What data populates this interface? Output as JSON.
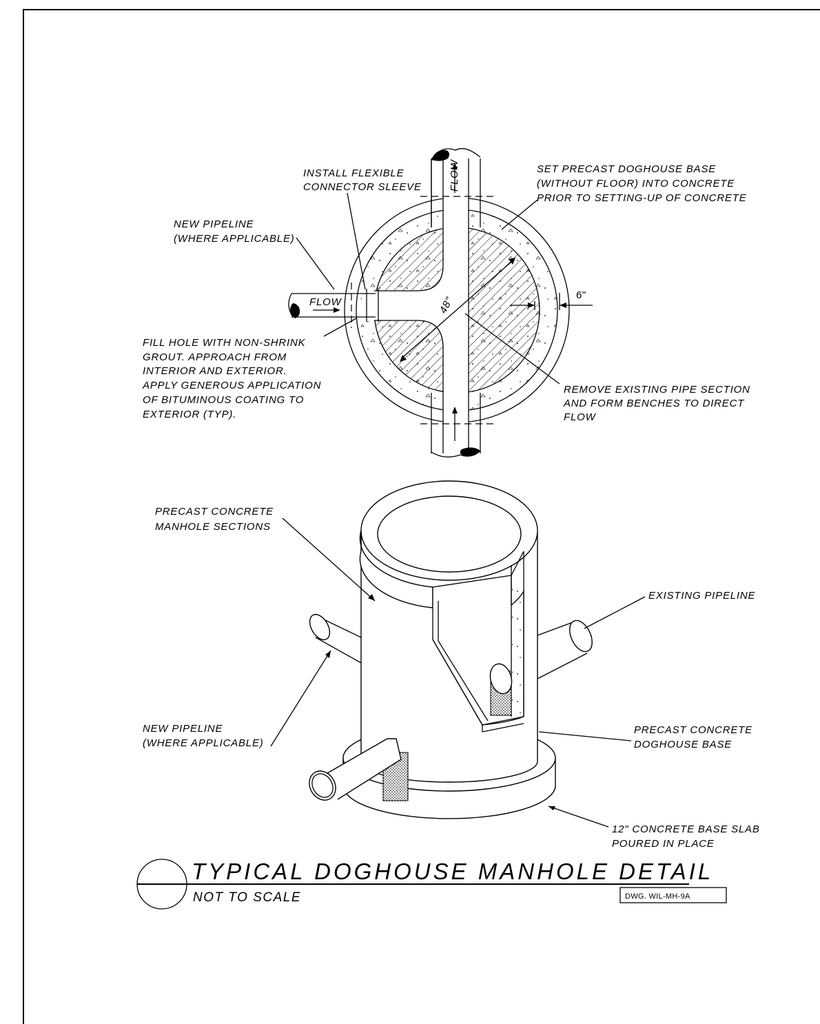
{
  "plan_view": {
    "labels": {
      "flexible_sleeve": [
        "INSTALL FLEXIBLE",
        "CONNECTOR SLEEVE"
      ],
      "new_pipeline": [
        "NEW PIPELINE",
        "(WHERE APPLICABLE)"
      ],
      "precast_base": [
        "SET PRECAST DOGHOUSE BASE",
        "(WITHOUT FLOOR) INTO CONCRETE",
        "PRIOR TO SETTING-UP OF CONCRETE"
      ],
      "fill_hole": [
        "FILL HOLE WITH NON-SHRINK",
        "GROUT.  APPROACH FROM",
        "INTERIOR AND EXTERIOR.",
        "APPLY GENEROUS APPLICATION",
        "OF BITUMINOUS COATING TO",
        "EXTERIOR (TYP)."
      ],
      "remove_pipe": [
        "REMOVE EXISTING PIPE SECTION",
        "AND FORM BENCHES TO DIRECT",
        "FLOW"
      ]
    },
    "flow_top": "FLOW",
    "flow_left": "FLOW",
    "diameter": "48\"",
    "wall_thickness": "6\""
  },
  "iso_view": {
    "labels": {
      "precast_sections": [
        "PRECAST CONCRETE",
        "MANHOLE SECTIONS"
      ],
      "existing_pipeline": "EXISTING PIPELINE",
      "new_pipeline": [
        "NEW PIPELINE",
        "(WHERE APPLICABLE)"
      ],
      "doghouse_base": [
        "PRECAST CONCRETE",
        "DOGHOUSE BASE"
      ],
      "base_slab": [
        "12\" CONCRETE BASE SLAB",
        "POURED IN PLACE"
      ]
    }
  },
  "title_block": {
    "title": "TYPICAL DOGHOUSE MANHOLE DETAIL",
    "scale": "NOT TO SCALE",
    "drawing_number": "DWG. WIL-MH-9A"
  }
}
